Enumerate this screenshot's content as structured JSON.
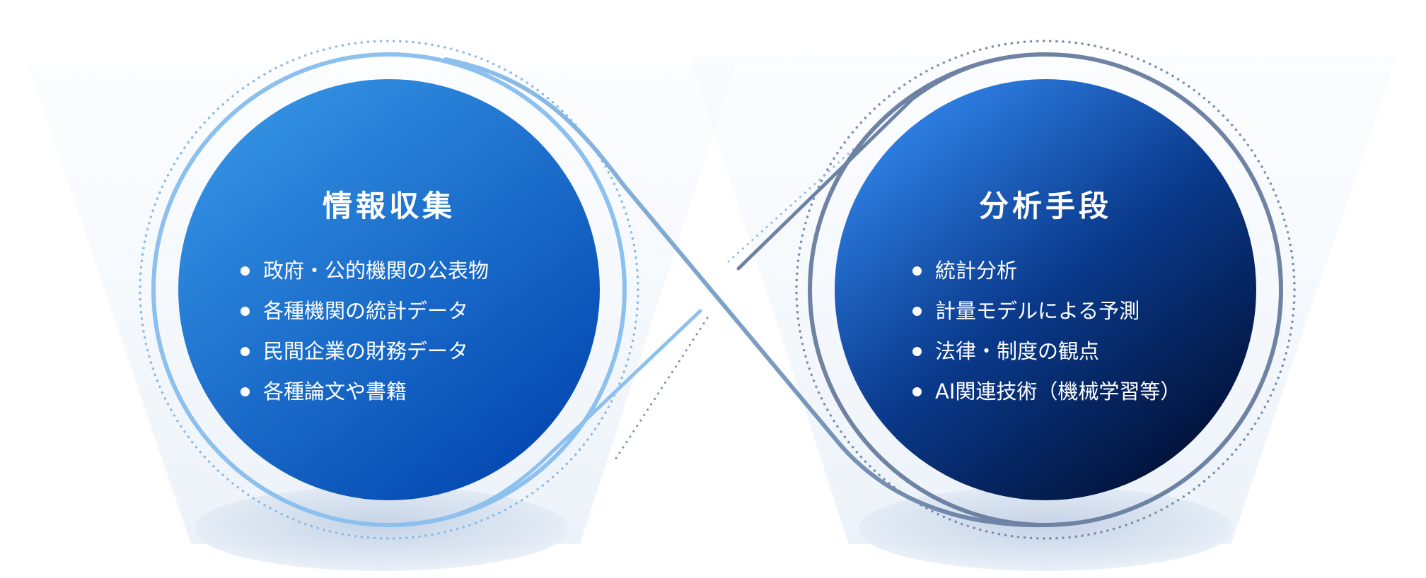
{
  "left_circle": {
    "title": "情報収集",
    "items": [
      {
        "label": "政府・公的機関の公表物"
      },
      {
        "label": "各種機関の統計データ"
      },
      {
        "label": "民間企業の財務データ"
      },
      {
        "label": "各種論文や書籍"
      }
    ]
  },
  "right_circle": {
    "title": "分析手段",
    "items": [
      {
        "label": "統計分析"
      },
      {
        "label": "計量モデルによる予測"
      },
      {
        "label": "法律・制度の観点"
      },
      {
        "label": "AI関連技術（機械学習等）"
      }
    ]
  },
  "colors": {
    "left_gradient_start": "#3493e4",
    "left_gradient_end": "#0246b0",
    "right_gradient_start": "#3186ec",
    "right_gradient_end": "#010f33",
    "left_ring": "#8cc0ee",
    "right_ring": "#6e82a3",
    "beam": "#eaf2fb",
    "pedestal": "#d8e3f1"
  }
}
